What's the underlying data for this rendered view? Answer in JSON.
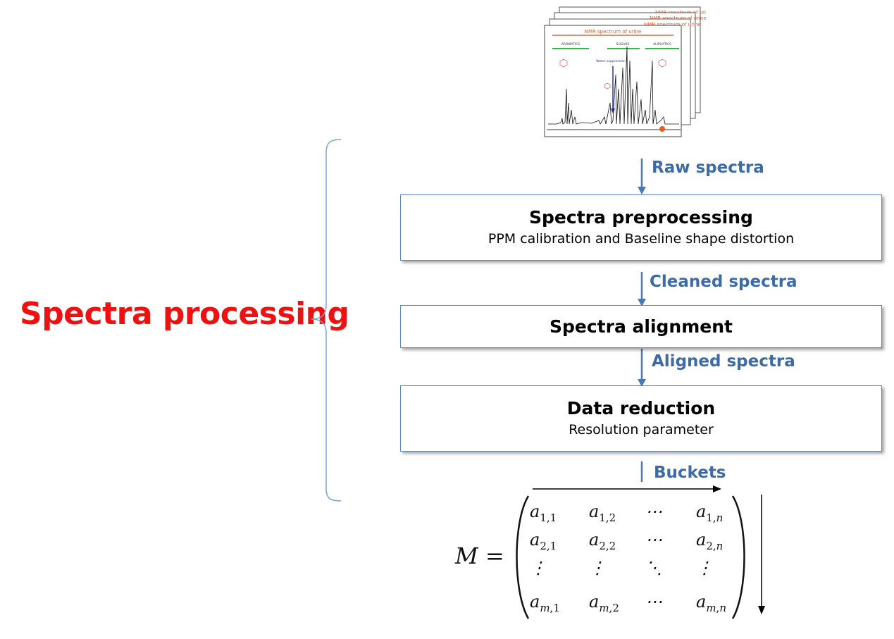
{
  "diagram": {
    "side_label": "Spectra processing",
    "spectrum_cards": {
      "titles": [
        "NMR spectrum of urine",
        "NMR spectrum of urine",
        "NMR spectrum of urine",
        "NMR spectrum of urine"
      ],
      "regions": [
        "AROMATICS",
        "SUGARS",
        "ALIPHATICS"
      ],
      "annotation": "Water suppression"
    },
    "flow": [
      {
        "label": "Raw spectra"
      },
      {
        "label": "Cleaned spectra"
      },
      {
        "label": "Aligned spectra"
      },
      {
        "label": "Buckets"
      }
    ],
    "steps": [
      {
        "title": "Spectra preprocessing",
        "subtitle": "PPM calibration and Baseline shape distortion"
      },
      {
        "title": "Spectra alignment",
        "subtitle": ""
      },
      {
        "title": "Data reduction",
        "subtitle": "Resolution parameter"
      }
    ],
    "matrix": {
      "lhs": "M =",
      "cells": [
        [
          "a",
          "1,1"
        ],
        [
          "a",
          "1,2"
        ],
        [
          "⋯",
          ""
        ],
        [
          "a",
          "1,n"
        ],
        [
          "a",
          "2,1"
        ],
        [
          "a",
          "2,2"
        ],
        [
          "⋯",
          ""
        ],
        [
          "a",
          "2,n"
        ],
        [
          "⋮",
          ""
        ],
        [
          "⋮",
          ""
        ],
        [
          "⋱",
          ""
        ],
        [
          "⋮",
          ""
        ],
        [
          "a",
          "m,1"
        ],
        [
          "a",
          "m,2"
        ],
        [
          "⋯",
          ""
        ],
        [
          "a",
          "m,n"
        ]
      ]
    },
    "colors": {
      "accent_red": "#ee1111",
      "flow_blue": "#3d6ba5",
      "box_border": "#5b86c0"
    }
  }
}
